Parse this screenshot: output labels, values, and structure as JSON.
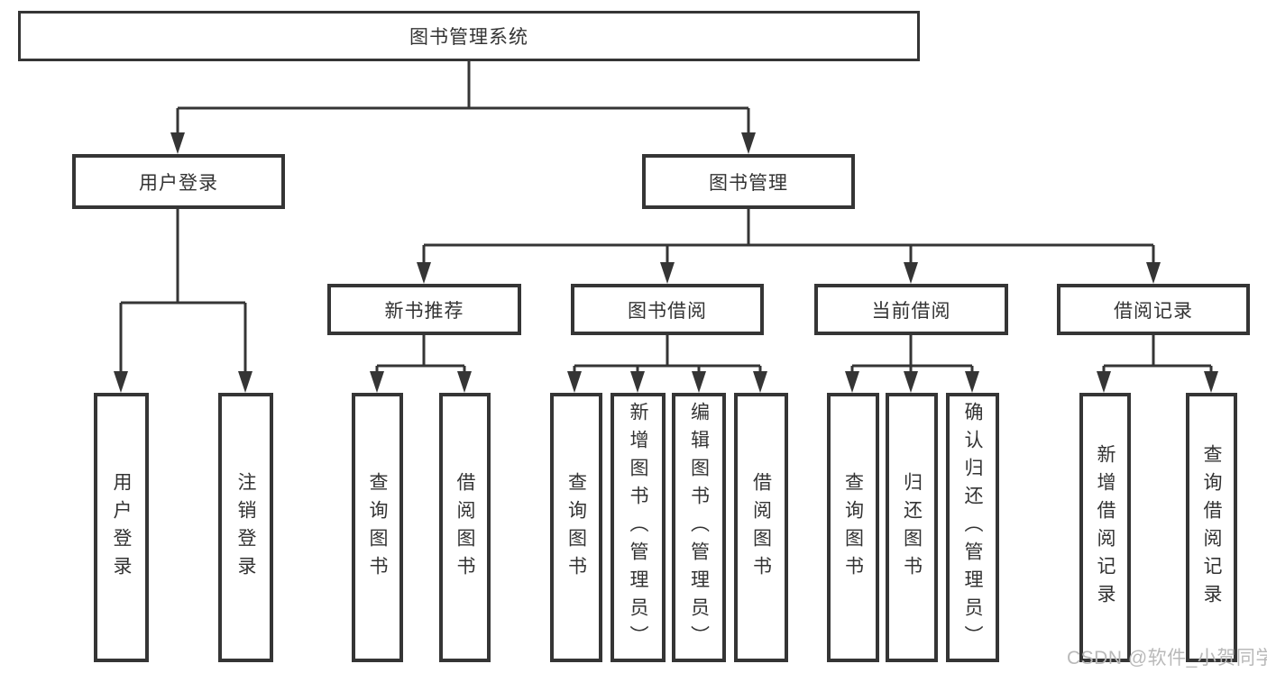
{
  "diagram": {
    "type": "tree",
    "root": {
      "label": "图书管理系统",
      "children": [
        {
          "label": "用户登录",
          "children": [
            {
              "label": "用户登录"
            },
            {
              "label": "注销登录"
            }
          ]
        },
        {
          "label": "图书管理",
          "children": [
            {
              "label": "新书推荐",
              "children": [
                {
                  "label": "查询图书"
                },
                {
                  "label": "借阅图书"
                }
              ]
            },
            {
              "label": "图书借阅",
              "children": [
                {
                  "label": "查询图书"
                },
                {
                  "label": "新增图书（管理员）"
                },
                {
                  "label": "编辑图书（管理员）"
                },
                {
                  "label": "借阅图书"
                }
              ]
            },
            {
              "label": "当前借阅",
              "children": [
                {
                  "label": "查询图书"
                },
                {
                  "label": "归还图书"
                },
                {
                  "label": "确认归还（管理员）"
                }
              ]
            },
            {
              "label": "借阅记录",
              "children": [
                {
                  "label": "新增借阅记录"
                },
                {
                  "label": "查询借阅记录"
                }
              ]
            }
          ]
        }
      ]
    },
    "colors": {
      "line": "#353535",
      "text": "#333333",
      "background": "#ffffff",
      "watermark": "#b9b9b9"
    }
  },
  "watermark": "CSDN @软件_小贺同学"
}
